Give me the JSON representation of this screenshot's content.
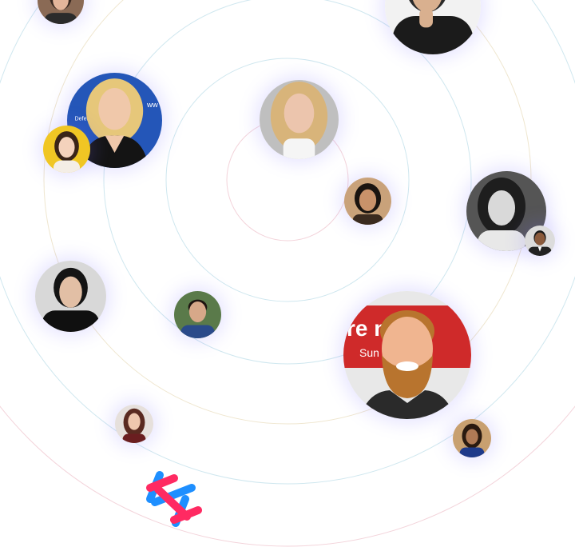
{
  "colors": {
    "background": "#ffffff",
    "orbit_blue": "#cfe7ef",
    "orbit_pink": "#f3d3da",
    "orbit_sand": "#efe6cf",
    "glow": "#786eff",
    "logo_blue": "#1e8fff",
    "logo_pink": "#ff2a62"
  },
  "avatars": [
    {
      "name": "avatar-top-left-partial",
      "bg": "#8a6a55",
      "skin": "#e3b59a",
      "hair": "#3a2a22",
      "shirt": "#2b2b2b"
    },
    {
      "name": "avatar-top-right-partial",
      "bg": "#f2f2f2",
      "skin": "#d9b08f",
      "hair": "#2a2a2a",
      "shirt": "#1b1b1b"
    },
    {
      "name": "avatar-blonde-woman-blue-backdrop",
      "bg": "#2456b8",
      "skin": "#f0c8aa",
      "hair": "#e6c77a",
      "shirt": "#141414"
    },
    {
      "name": "avatar-woman-yellow-bg",
      "bg": "#f0c624",
      "skin": "#f4d2bc",
      "hair": "#3a2418",
      "shirt": "#f4eee6"
    },
    {
      "name": "avatar-curly-blonde-woman",
      "bg": "#bfbfbf",
      "skin": "#ecc5ad",
      "hair": "#d8b47a",
      "shirt": "#f5f5f5"
    },
    {
      "name": "avatar-man-long-hair",
      "bg": "#c9a27a",
      "skin": "#c9926a",
      "hair": "#1a1410",
      "shirt": "#3a2a1f"
    },
    {
      "name": "avatar-woman-grayscale",
      "bg": "#555555",
      "skin": "#d9d9d9",
      "hair": "#1e1e1e",
      "shirt": "#e8e8e8"
    },
    {
      "name": "avatar-man-suit-small",
      "bg": "#dcdcdc",
      "skin": "#8a5a3c",
      "hair": "#1a1a1a",
      "shirt": "#222222"
    },
    {
      "name": "avatar-dark-hair-man",
      "bg": "#d8d8d8",
      "skin": "#e2bfa5",
      "hair": "#141414",
      "shirt": "#101010"
    },
    {
      "name": "avatar-man-blue-shirt",
      "bg": "#5a7a4a",
      "skin": "#d7a889",
      "hair": "#1e1410",
      "shirt": "#2a4a8a"
    },
    {
      "name": "avatar-bearded-man-festival",
      "bg": "#cf2a2a",
      "skin": "#f0b590",
      "hair": "#b8742e",
      "shirt": "#2a2a2a"
    },
    {
      "name": "avatar-woman-red-hair",
      "bg": "#e6e0dc",
      "skin": "#efc7ae",
      "hair": "#5a2a20",
      "shirt": "#6a1e20"
    },
    {
      "name": "avatar-woman-small-bottom-right",
      "bg": "#c8a070",
      "skin": "#b07a55",
      "hair": "#2a1a10",
      "shirt": "#1e3a8a"
    }
  ],
  "banner": {
    "top_text": "re    ng F",
    "bottom_text": "Sun         Festiva"
  },
  "logo": {
    "icon": "hashtag-logo-icon"
  }
}
